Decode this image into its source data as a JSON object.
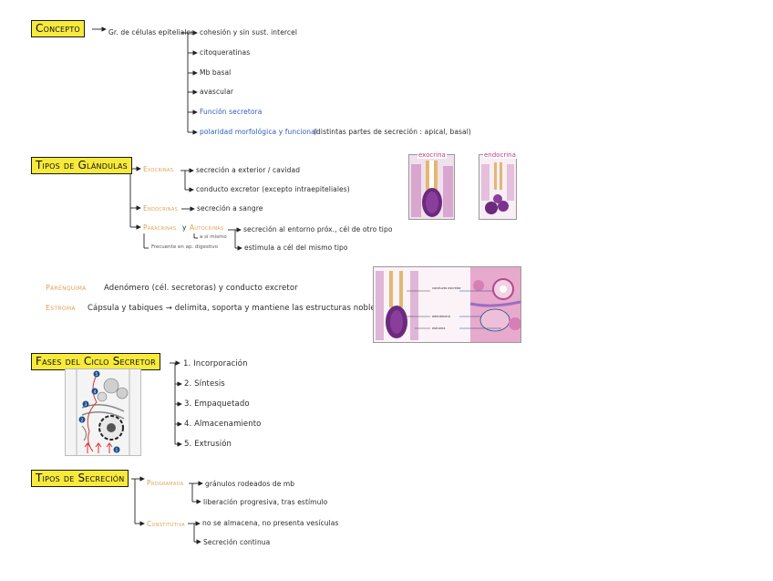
{
  "concepto": {
    "title": "Concepto",
    "main": "Gr. de células epiteliales",
    "items": [
      "cohesión y sin sust. intercel",
      "citoqueratinas",
      "Mb basal",
      "avascular",
      "Función secretora",
      "polaridad morfológica y funcional"
    ],
    "note": "(distintas partes de secreción : apical, basal)"
  },
  "tipos_glandulas": {
    "title": "Tipos de Glándulas",
    "exocrinas": {
      "label": "Exocrinas",
      "items": [
        "secreción a exterior / cavidad",
        "conducto excretor (excepto intraepiteliales)"
      ]
    },
    "endocrinas": {
      "label": "Endocrinas",
      "items": [
        "secreción a sangre"
      ]
    },
    "paracrinas": {
      "label": "Paracrinas",
      "conj": "y",
      "label2": "Autocrinas",
      "note_autocrina": "a sí mismo",
      "note_frecuente": "Frecuente en ap. digestivo",
      "items": [
        "secreción al entorno próx., cél de otro tipo",
        "estimula a cél del mismo tipo"
      ]
    },
    "img_exocrina": "exocrina",
    "img_endocrina": "endocrina"
  },
  "estructura": {
    "parenquima_label": "Parénquima",
    "parenquima_text": "Adenómero (cél. secretoras) y conducto excretor",
    "estroma_label": "Estroma",
    "estroma_text": "Cápsula y tabiques → delimita, soporta y mantiene las estructuras nobles",
    "img_labels": [
      "conducto excretor",
      "adenómero",
      "estroma"
    ]
  },
  "fases": {
    "title": "Fases del Ciclo Secretor",
    "items": [
      "1. Incorporación",
      "2. Síntesis",
      "3. Empaquetado",
      "4. Almacenamiento",
      "5. Extrusión"
    ],
    "diagram_numbers": [
      "5",
      "4",
      "3",
      "2",
      "1"
    ]
  },
  "tipos_secrecion": {
    "title": "Tipos de Secreción",
    "programada": {
      "label": "Programada",
      "items": [
        "gránulos rodeados de mb",
        "liberación progresiva, tras estímulo"
      ]
    },
    "constitutiva": {
      "label": "Constitutiva",
      "items": [
        "no se almacena, no presenta vesículas",
        "Secreción continua"
      ]
    }
  },
  "colors": {
    "highlight": "#f7ea3c",
    "accent_orange": "#e0a256",
    "accent_blue": "#2f5bbd",
    "tissue_purple": "#6b2a7c",
    "tissue_pink": "#d98cc6"
  }
}
